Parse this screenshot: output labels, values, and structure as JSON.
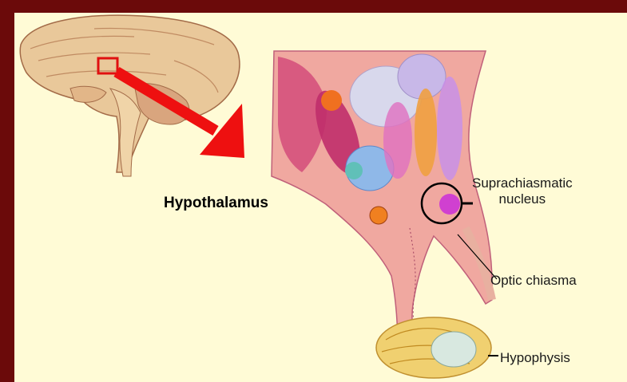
{
  "colors": {
    "frame": "#6b0a0a",
    "background": "#fffbd6",
    "arrow": "#ee1010",
    "highlight_box": "#e01010"
  },
  "labels": {
    "title": "Hypothalamus",
    "scn_line1": "Suprachiasmatic",
    "scn_line2": "nucleus",
    "optic": "Optic chiasma",
    "hypophysis": "Hypophysis"
  }
}
